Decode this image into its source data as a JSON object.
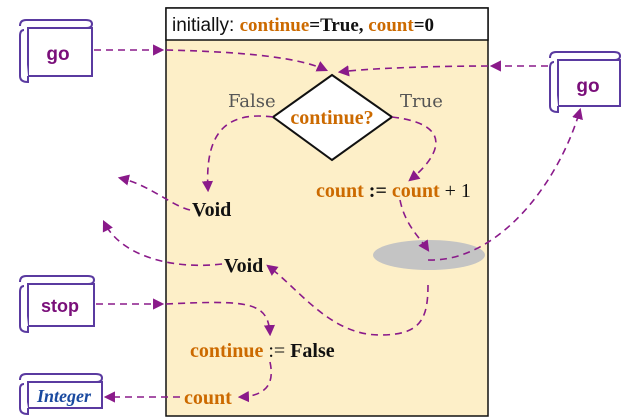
{
  "header": {
    "prefix": "initially: ",
    "var1": "continue",
    "eq1": "=True, ",
    "var2": "count",
    "eq2": "=0"
  },
  "decision": {
    "label": "continue?",
    "false_label": "False",
    "true_label": "True"
  },
  "assignment": {
    "lhs": "count",
    "op": " := ",
    "rhs_var": "count",
    "rhs_rest": " + 1"
  },
  "void_left": "Void",
  "void_mid": "Void",
  "stop_assignment": {
    "var": "continue",
    "op": " := ",
    "value": "False"
  },
  "count_label": "count",
  "scrolls": {
    "go_left": "go",
    "go_right": "go",
    "stop": "stop",
    "integer": "Integer"
  },
  "colors": {
    "panel_bg": "#fdefc8",
    "variable": "#cc6a00",
    "arrow": "#8a1a8a",
    "scroll_text": "#7a0f7a",
    "scroll_border": "#5a3aa0",
    "integer_text": "#1a4aa0",
    "ellipse": "#c4c4c4"
  }
}
